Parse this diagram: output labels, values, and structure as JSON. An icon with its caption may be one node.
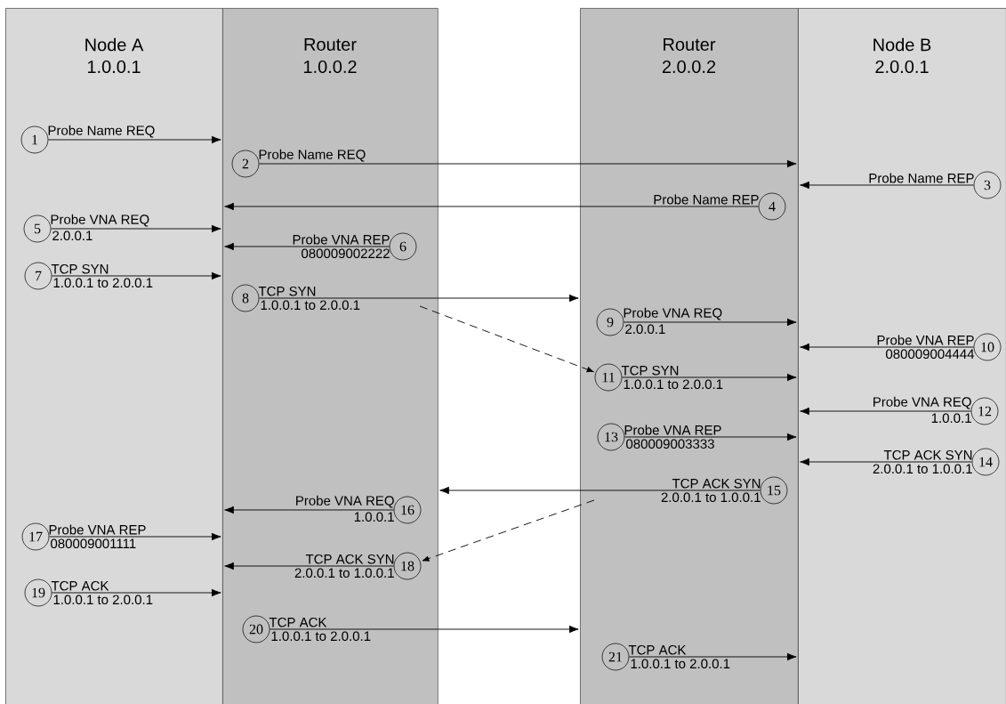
{
  "diagram": {
    "nodes": [
      {
        "text": [
          "Node A",
          "1.0.0.1"
        ]
      },
      {
        "text": [
          "Router",
          "1.0.0.2"
        ]
      },
      {
        "text": [
          "Router",
          "2.0.0.2"
        ]
      },
      {
        "text": [
          "Node B",
          "2.0.0.1"
        ]
      },
      {
        "text": [
          "1"
        ],
        "in": 0
      },
      {
        "text": [
          "2"
        ],
        "in": 1
      },
      {
        "text": [
          "3"
        ],
        "in": 3
      },
      {
        "text": [
          "4"
        ],
        "in": 2
      },
      {
        "text": [
          "5"
        ],
        "in": 0,
        "beside": [
          "2.0.0.1"
        ]
      },
      {
        "text": [
          "6"
        ],
        "in": 1,
        "beside": [
          "080009002222"
        ]
      },
      {
        "text": [
          "7"
        ],
        "in": 0,
        "beside": [
          "1.0.0.1 to 2.0.0.1"
        ]
      },
      {
        "text": [
          "8"
        ],
        "in": 1,
        "beside": [
          "1.0.0.1 to 2.0.0.1"
        ]
      },
      {
        "text": [
          "9"
        ],
        "in": 2,
        "beside": [
          "2.0.0.1"
        ]
      },
      {
        "text": [
          "10"
        ],
        "in": 3,
        "beside": [
          "080009004444"
        ]
      },
      {
        "text": [
          "11"
        ],
        "in": 2,
        "beside": [
          "1.0.0.1 to 2.0.0.1"
        ]
      },
      {
        "text": [
          "12"
        ],
        "in": 3,
        "beside": [
          "1.0.0.1"
        ]
      },
      {
        "text": [
          "13"
        ],
        "in": 2,
        "beside": [
          "080009003333"
        ]
      },
      {
        "text": [
          "14"
        ],
        "in": 3,
        "beside": [
          "2.0.0.1 to 1.0.0.1"
        ]
      },
      {
        "text": [
          "15"
        ],
        "in": 2,
        "beside": [
          "2.0.0.1 to 1.0.0.1"
        ]
      },
      {
        "text": [
          "16"
        ],
        "in": 1,
        "beside": [
          "1.0.0.1"
        ]
      },
      {
        "text": [
          "17"
        ],
        "in": 0,
        "beside": [
          "080009001111"
        ]
      },
      {
        "text": [
          "18"
        ],
        "in": 1,
        "beside": [
          "2.0.0.1 to 1.0.0.1"
        ]
      },
      {
        "text": [
          "19"
        ],
        "in": 0,
        "beside": [
          "1.0.0.1 to 2.0.0.1"
        ]
      },
      {
        "text": [
          "20"
        ],
        "in": 1,
        "beside": [
          "1.0.0.1 to 2.0.0.1"
        ]
      },
      {
        "text": [
          "21"
        ],
        "in": 2,
        "beside": [
          "1.0.0.1 to 2.0.0.1"
        ]
      }
    ],
    "edges": [
      {
        "from": 4,
        "to": 1,
        "arrow": "to",
        "label": "Probe Name REQ"
      },
      {
        "from": 5,
        "to": 3,
        "arrow": "to",
        "label": "Probe Name REQ"
      },
      {
        "from": 6,
        "to": 2,
        "arrow": "to",
        "label": "Probe Name REP"
      },
      {
        "from": 7,
        "to": 0,
        "arrow": "to",
        "label": "Probe Name REP"
      },
      {
        "from": 8,
        "to": 1,
        "arrow": "to",
        "label": "Probe VNA REQ"
      },
      {
        "from": 9,
        "to": 0,
        "arrow": "to",
        "label": "Probe VNA REP"
      },
      {
        "from": 10,
        "to": 1,
        "arrow": "to",
        "label": "TCP SYN"
      },
      {
        "from": 11,
        "to": 2,
        "arrow": "to",
        "label": "TCP SYN"
      },
      {
        "from": 12,
        "to": 3,
        "arrow": "to",
        "label": "Probe VNA REQ"
      },
      {
        "from": 13,
        "to": 2,
        "arrow": "to",
        "label": "Probe VNA REP"
      },
      {
        "from": 14,
        "to": 3,
        "arrow": "to",
        "label": "TCP SYN"
      },
      {
        "from": 15,
        "to": 2,
        "arrow": "to",
        "label": "Probe VNA REQ"
      },
      {
        "from": 16,
        "to": 3,
        "arrow": "to",
        "label": "Probe VNA REP"
      },
      {
        "from": 17,
        "to": 2,
        "arrow": "to",
        "label": "TCP ACK SYN"
      },
      {
        "from": 18,
        "to": 1,
        "arrow": "to",
        "label": "TCP ACK SYN"
      },
      {
        "from": 19,
        "to": 0,
        "arrow": "to",
        "label": "Probe VNA REQ"
      },
      {
        "from": 20,
        "to": 1,
        "arrow": "to",
        "label": "Probe VNA REP"
      },
      {
        "from": 21,
        "to": 0,
        "arrow": "to",
        "label": "TCP ACK SYN"
      },
      {
        "from": 22,
        "to": 1,
        "arrow": "to",
        "label": "TCP ACK"
      },
      {
        "from": 23,
        "to": 2,
        "arrow": "to",
        "label": "TCP ACK"
      },
      {
        "from": 24,
        "to": 3,
        "arrow": "to",
        "label": "TCP ACK"
      },
      {
        "from": null,
        "to": 14,
        "arrow": "to",
        "style": "dashed"
      },
      {
        "from": null,
        "to": 21,
        "arrow": "to",
        "style": "dashed"
      }
    ]
  }
}
